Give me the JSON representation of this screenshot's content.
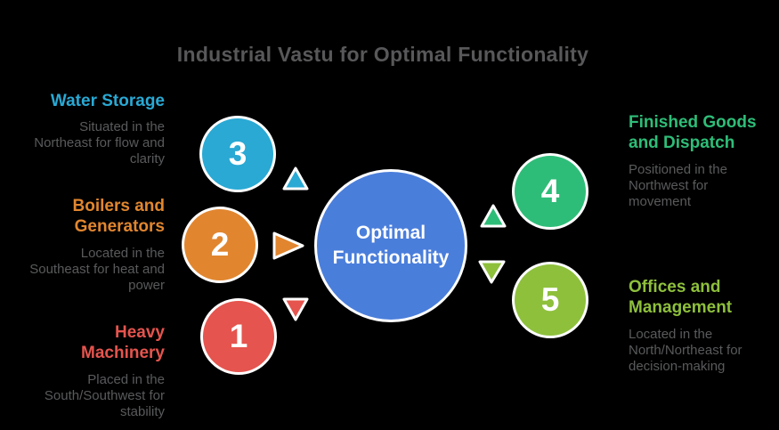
{
  "title": "Industrial Vastu for Optimal Functionality",
  "background": "#000000",
  "text_colors": {
    "title": "#58585A",
    "body": "#595A5C"
  },
  "center": {
    "label": "Optimal Functionality",
    "color": "#4A7EDB"
  },
  "nodes": [
    {
      "number": "1",
      "label": "Heavy Machinery",
      "description": "Placed in the South/Southwest for stability",
      "color": "#E5544E",
      "arrow": "down"
    },
    {
      "number": "2",
      "label": "Boilers and Generators",
      "description": "Located in the Southeast for heat and power",
      "color": "#E1862F",
      "arrow": "right"
    },
    {
      "number": "3",
      "label": "Water Storage",
      "description": "Situated in the Northeast for flow and clarity",
      "color": "#29A9D4",
      "arrow": "up"
    },
    {
      "number": "4",
      "label": "Finished Goods and Dispatch",
      "description": "Positioned in the Northwest for movement",
      "color": "#2EBD78",
      "arrow": "up"
    },
    {
      "number": "5",
      "label": "Offices and Management",
      "description": "Located in the North/Northeast for decision-making",
      "color": "#8EC03C",
      "arrow": "down"
    }
  ]
}
